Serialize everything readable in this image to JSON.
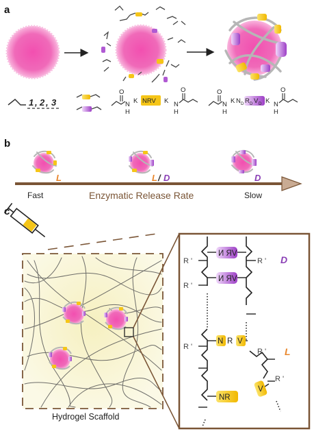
{
  "panels": {
    "a": "a",
    "b": "b",
    "c": "c"
  },
  "monomers": {
    "n1": "1",
    "n2": "2",
    "n3": "3",
    "comma": ","
  },
  "peptide_l": {
    "k1": "K",
    "core": "NRV",
    "k2": "K",
    "n": "N",
    "h": "H",
    "o": "O"
  },
  "peptide_d": {
    "k1": "K",
    "n": "N",
    "r": "R",
    "v": "V",
    "d_sub": "D",
    "k2": "K",
    "h": "H",
    "o": "O"
  },
  "release": {
    "fast": "Fast",
    "slow": "Slow",
    "axis_title": "Enzymatic Release Rate",
    "tag_l": "L",
    "tag_ld_l": "L",
    "tag_ld_sep": "/",
    "tag_ld_d": "D",
    "tag_d": "D"
  },
  "scaffold": {
    "title": "Hydrogel Scaffold"
  },
  "zoom": {
    "d_label": "D",
    "l_label": "L",
    "r_prime": "R '",
    "mirror_ncore": "И ЯV",
    "nrv_n": "N",
    "nrv_r": "R",
    "nrv_v": "V",
    "nr": "NR",
    "v_single": "V"
  },
  "colors": {
    "pink": "#f24fb0",
    "pink_light": "#f9a8d8",
    "yellow": "#f5c518",
    "purple": "#a44ec9",
    "purple_light": "#e2b7f1",
    "brown": "#7a5536",
    "orange": "#e9872d",
    "violet_text": "#8a3fb5",
    "gel": "#f7f3cf"
  }
}
